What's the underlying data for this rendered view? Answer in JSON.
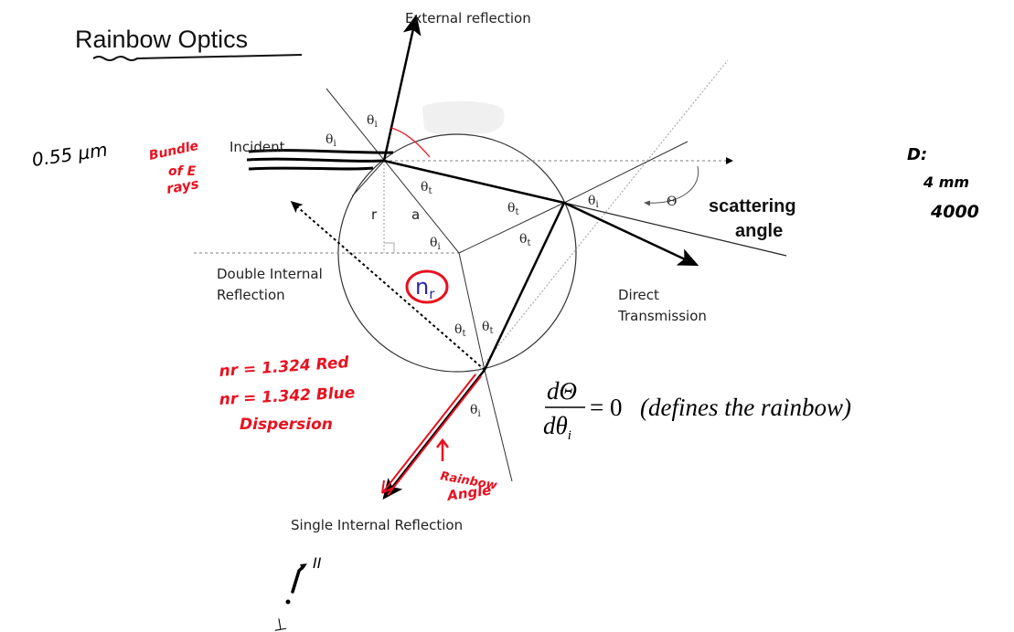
{
  "title": "Rainbow Optics",
  "labels": {
    "external_reflection": "External reflection",
    "incident": "Incident",
    "double_internal_1": "Double Internal",
    "double_internal_2": "Reflection",
    "direct_1": "Direct",
    "direct_2": "Transmission",
    "single_internal": "Single Internal Reflection",
    "scattering_1": "scattering",
    "scattering_2": "angle",
    "r": "r",
    "a": "a",
    "theta": "θ",
    "sub_i": "i",
    "sub_t": "t",
    "big_theta": "Θ",
    "n": "n",
    "n_sub": "r"
  },
  "equation": {
    "numerator": "dΘ",
    "denominator_d": "dθ",
    "denominator_sub": "i",
    "rhs": "= 0",
    "note": "(defines the rainbow)"
  },
  "annotations": {
    "wavelength": "0.55 μm",
    "bundle_1": "Bundle",
    "bundle_2": "of E",
    "bundle_3": "rays",
    "diameter_1": "D:",
    "diameter_2": "4 mm",
    "diameter_3": "4000",
    "n_red": "nr = 1.324 Red",
    "n_blue": "nr = 1.342 Blue",
    "dispersion": "Dispersion",
    "rainbow_1": "Rainbow",
    "rainbow_2": "Angle",
    "parallel": "II",
    "perp": "⊥"
  },
  "colors": {
    "ink": "#000000",
    "red_ink": "#e8111f",
    "blue_text": "#2a2aa8"
  }
}
